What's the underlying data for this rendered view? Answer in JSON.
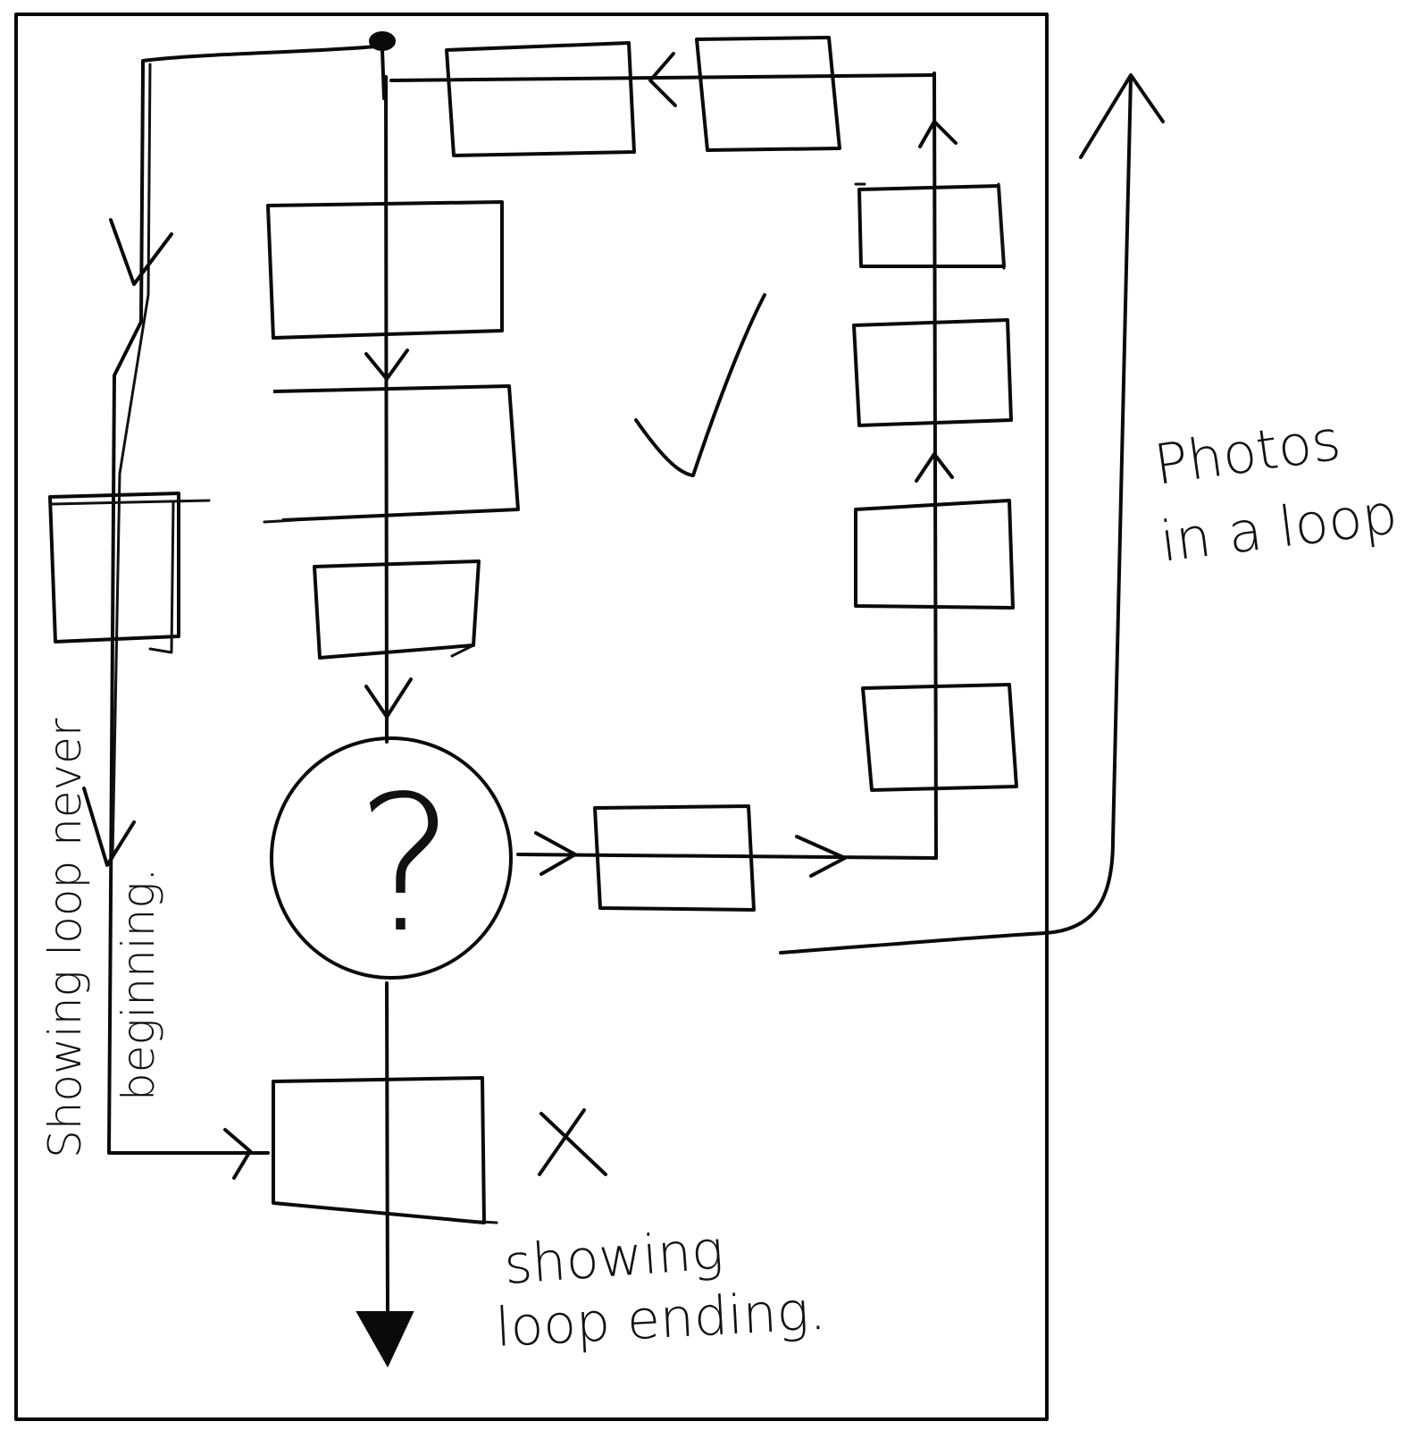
{
  "diagram": {
    "decision_symbol": "?",
    "labels": {
      "photos_loop_line1": "Photos",
      "photos_loop_line2": "in a loop",
      "loop_never_line1": "Showing loop never",
      "loop_never_line2": "beginning.",
      "loop_ending_line1": "showing",
      "loop_ending_line2": "loop ending."
    },
    "marks": {
      "loop_path": "check-mark",
      "end_path": "cross-mark"
    },
    "ink_color": "#0a0a0a",
    "paper_color": "#ffffff"
  }
}
